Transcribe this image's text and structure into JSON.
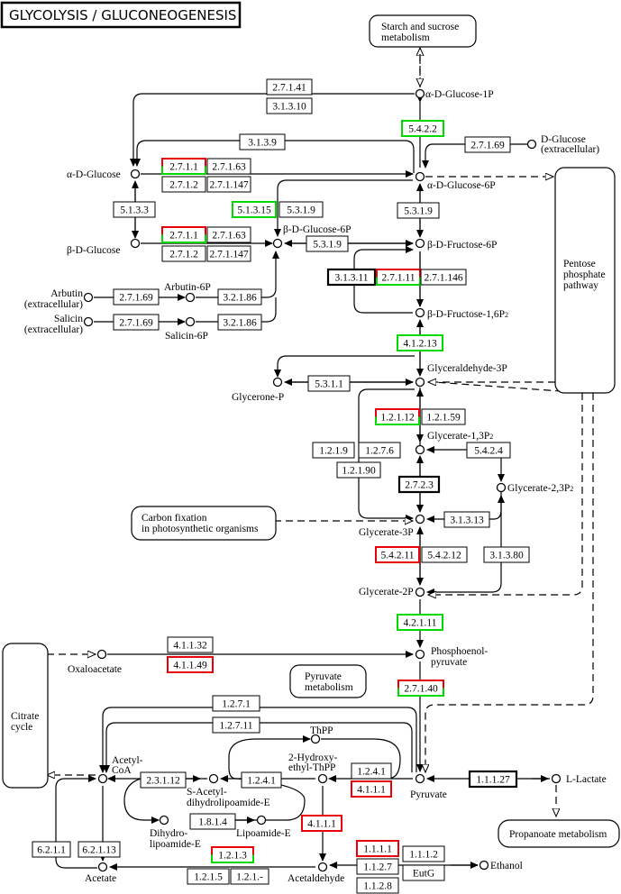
{
  "title": "GLYCOLYSIS / GLUCONEOGENESIS",
  "colors": {
    "red": "#e8000b",
    "green": "#00d800",
    "black": "#000000"
  },
  "maps": {
    "starch": [
      "Starch and sucrose",
      "metabolism"
    ],
    "pentose": [
      "Pentose",
      "phosphate",
      "pathway"
    ],
    "carbon": [
      "Carbon fixation",
      "in photosynthetic organisms"
    ],
    "pyruvate_met": [
      "Pyruvate",
      "metabolism"
    ],
    "citrate": [
      "Citrate",
      "cycle"
    ],
    "propanoate": [
      "Propanoate metabolism"
    ]
  },
  "compounds": {
    "a_glc_1p": "α-D-Glucose-1P",
    "d_glc_ext": [
      "D-Glucose",
      "(extracellular)"
    ],
    "a_glc": "α-D-Glucose",
    "a_glc_6p": "α-D-Glucose-6P",
    "b_glc": "β-D-Glucose",
    "b_glc_6p": "β-D-Glucose-6P",
    "b_fru_6p": "β-D-Fructose-6P",
    "b_fru_16p2": "β-D-Fructose-1,6P",
    "b_fru_16p2_sub": "2",
    "arbutin": [
      "Arbutin",
      "(extracellular)"
    ],
    "arbutin_6p": "Arbutin-6P",
    "salicin": [
      "Salicin",
      "(extracellular)"
    ],
    "salicin_6p": "Salicin-6P",
    "gap": "Glyceraldehyde-3P",
    "glycerone_p": "Glycerone-P",
    "g13p2": "Glycerate-1,3P",
    "g13p2_sub": "2",
    "g23p2": "Glycerate-2,3P",
    "g23p2_sub": "2",
    "g3p": "Glycerate-3P",
    "g2p": "Glycerate-2P",
    "pep": [
      "Phosphoenol-",
      "pyruvate"
    ],
    "oxaloacetate": "Oxaloacetate",
    "pyruvate": "Pyruvate",
    "l_lactate": "L-Lactate",
    "thpp": "ThPP",
    "hydroxyethyl_thpp": [
      "2-Hydroxy-",
      "ethyl-ThPP"
    ],
    "acetyl_coa": [
      "Acetyl-",
      "CoA"
    ],
    "s_acetyl": [
      "S-Acetyl-",
      "dihydrolipoamide-E"
    ],
    "dihydrolipoamide": [
      "Dihydro-",
      "lipoamide-E"
    ],
    "lipoamide": "Lipoamide-E",
    "acetate": "Acetate",
    "acetaldehyde": "Acetaldehyde",
    "ethanol": "Ethanol"
  },
  "enzymes": [
    {
      "id": "2.7.1.41",
      "style": "plain"
    },
    {
      "id": "3.1.3.10",
      "style": "plain"
    },
    {
      "id": "5.4.2.2",
      "style": "green"
    },
    {
      "id": "3.1.3.9",
      "style": "plain"
    },
    {
      "id": "2.7.1.69",
      "style": "plain"
    },
    {
      "id": "2.7.1.1",
      "style": "redgreen"
    },
    {
      "id": "2.7.1.63",
      "style": "plain"
    },
    {
      "id": "2.7.1.2",
      "style": "plain"
    },
    {
      "id": "2.7.1.147",
      "style": "plain"
    },
    {
      "id": "5.1.3.3",
      "style": "plain"
    },
    {
      "id": "5.1.3.15",
      "style": "green"
    },
    {
      "id": "5.3.1.9",
      "style": "plain"
    },
    {
      "id": "5.3.1.9",
      "style": "plain"
    },
    {
      "id": "2.7.1.1",
      "style": "redgreen"
    },
    {
      "id": "2.7.1.63",
      "style": "plain"
    },
    {
      "id": "2.7.1.2",
      "style": "plain"
    },
    {
      "id": "2.7.1.147",
      "style": "plain"
    },
    {
      "id": "5.3.1.9",
      "style": "plain"
    },
    {
      "id": "3.1.3.11",
      "style": "bold"
    },
    {
      "id": "2.7.1.11",
      "style": "redgreen"
    },
    {
      "id": "2.7.1.146",
      "style": "plain"
    },
    {
      "id": "2.7.1.69",
      "style": "plain"
    },
    {
      "id": "3.2.1.86",
      "style": "plain"
    },
    {
      "id": "2.7.1.69",
      "style": "plain"
    },
    {
      "id": "3.2.1.86",
      "style": "plain"
    },
    {
      "id": "4.1.2.13",
      "style": "green"
    },
    {
      "id": "5.3.1.1",
      "style": "plain"
    },
    {
      "id": "1.2.1.12",
      "style": "redgreen"
    },
    {
      "id": "1.2.1.59",
      "style": "plain"
    },
    {
      "id": "1.2.1.9",
      "style": "plain"
    },
    {
      "id": "1.2.7.6",
      "style": "plain"
    },
    {
      "id": "5.4.2.4",
      "style": "plain"
    },
    {
      "id": "1.2.1.90",
      "style": "plain"
    },
    {
      "id": "2.7.2.3",
      "style": "bold"
    },
    {
      "id": "3.1.3.13",
      "style": "plain"
    },
    {
      "id": "5.4.2.11",
      "style": "red"
    },
    {
      "id": "5.4.2.12",
      "style": "plain"
    },
    {
      "id": "3.1.3.80",
      "style": "plain"
    },
    {
      "id": "4.2.1.11",
      "style": "green"
    },
    {
      "id": "4.1.1.32",
      "style": "plain"
    },
    {
      "id": "4.1.1.49",
      "style": "red"
    },
    {
      "id": "2.7.1.40",
      "style": "redgreen"
    },
    {
      "id": "1.2.7.1",
      "style": "plain"
    },
    {
      "id": "1.2.7.11",
      "style": "plain"
    },
    {
      "id": "2.3.1.12",
      "style": "plain"
    },
    {
      "id": "1.2.4.1",
      "style": "plain"
    },
    {
      "id": "1.2.4.1",
      "style": "plain"
    },
    {
      "id": "4.1.1.1",
      "style": "red"
    },
    {
      "id": "1.1.1.27",
      "style": "bold"
    },
    {
      "id": "6.2.1.1",
      "style": "plain"
    },
    {
      "id": "6.2.1.13",
      "style": "plain"
    },
    {
      "id": "1.8.1.4",
      "style": "plain"
    },
    {
      "id": "4.1.1.1",
      "style": "red"
    },
    {
      "id": "1.2.1.3",
      "style": "redgreen"
    },
    {
      "id": "1.1.1.1",
      "style": "red"
    },
    {
      "id": "1.1.1.2",
      "style": "plain"
    },
    {
      "id": "1.1.2.7",
      "style": "plain"
    },
    {
      "id": "EutG",
      "style": "plain"
    },
    {
      "id": "1.2.1.5",
      "style": "plain"
    },
    {
      "id": "1.2.1.-",
      "style": "plain"
    },
    {
      "id": "1.1.2.8",
      "style": "plain"
    }
  ]
}
